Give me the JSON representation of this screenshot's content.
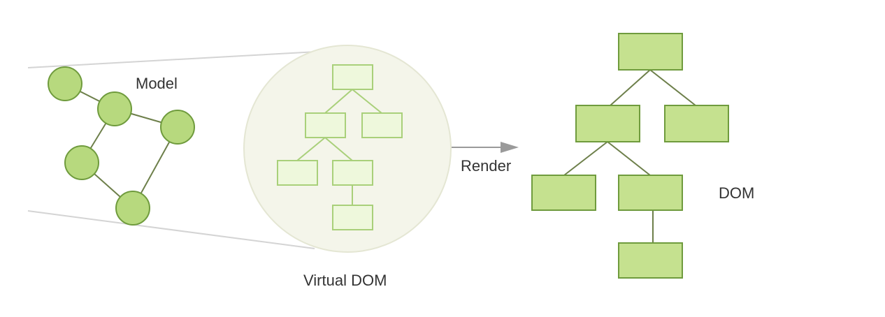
{
  "labels": {
    "model": "Model",
    "virtual_dom": "Virtual DOM",
    "render": "Render",
    "dom": "DOM"
  },
  "colors": {
    "node_fill": "#c5e18f",
    "node_stroke": "#6f9b3d",
    "light_fill": "#eef8dc",
    "light_stroke": "#a9d07a",
    "circle_fill": "#f3f4e6",
    "circle_stroke": "#e2e4cf",
    "line": "#6d7f4a",
    "arrow": "#9a9a9a",
    "text": "#333333"
  }
}
